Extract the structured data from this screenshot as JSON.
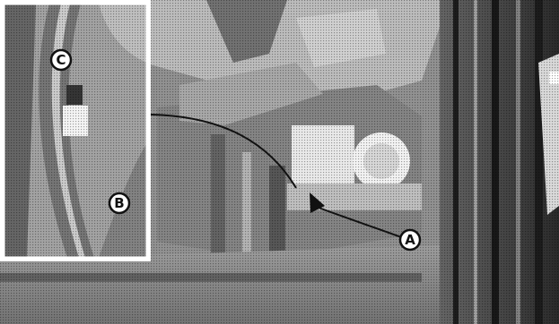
{
  "callouts": [
    {
      "label": "C"
    },
    {
      "label": "B"
    },
    {
      "label": "A"
    }
  ],
  "colors": {
    "background": "#8a8a8a",
    "dark": "#1a1a1a",
    "light": "#e2e2e2",
    "white": "#ffffff",
    "callout_fill": "#ffffff",
    "callout_stroke": "#111111",
    "leader_line": "#111111"
  }
}
